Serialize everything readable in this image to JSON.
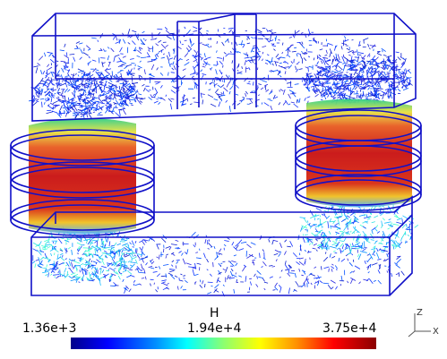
{
  "legend": {
    "quantity": "H",
    "min_label": "1.36e+3",
    "mid_label": "1.94e+4",
    "max_label": "3.75e+4",
    "colormap": [
      "#00008a",
      "#0000ff",
      "#00ffff",
      "#ffff00",
      "#ff0000",
      "#8a0000"
    ]
  },
  "axes": {
    "z_label": "Z",
    "x_label": "X"
  },
  "colors": {
    "wireframe": "#1010c8",
    "background": "#ffffff"
  }
}
